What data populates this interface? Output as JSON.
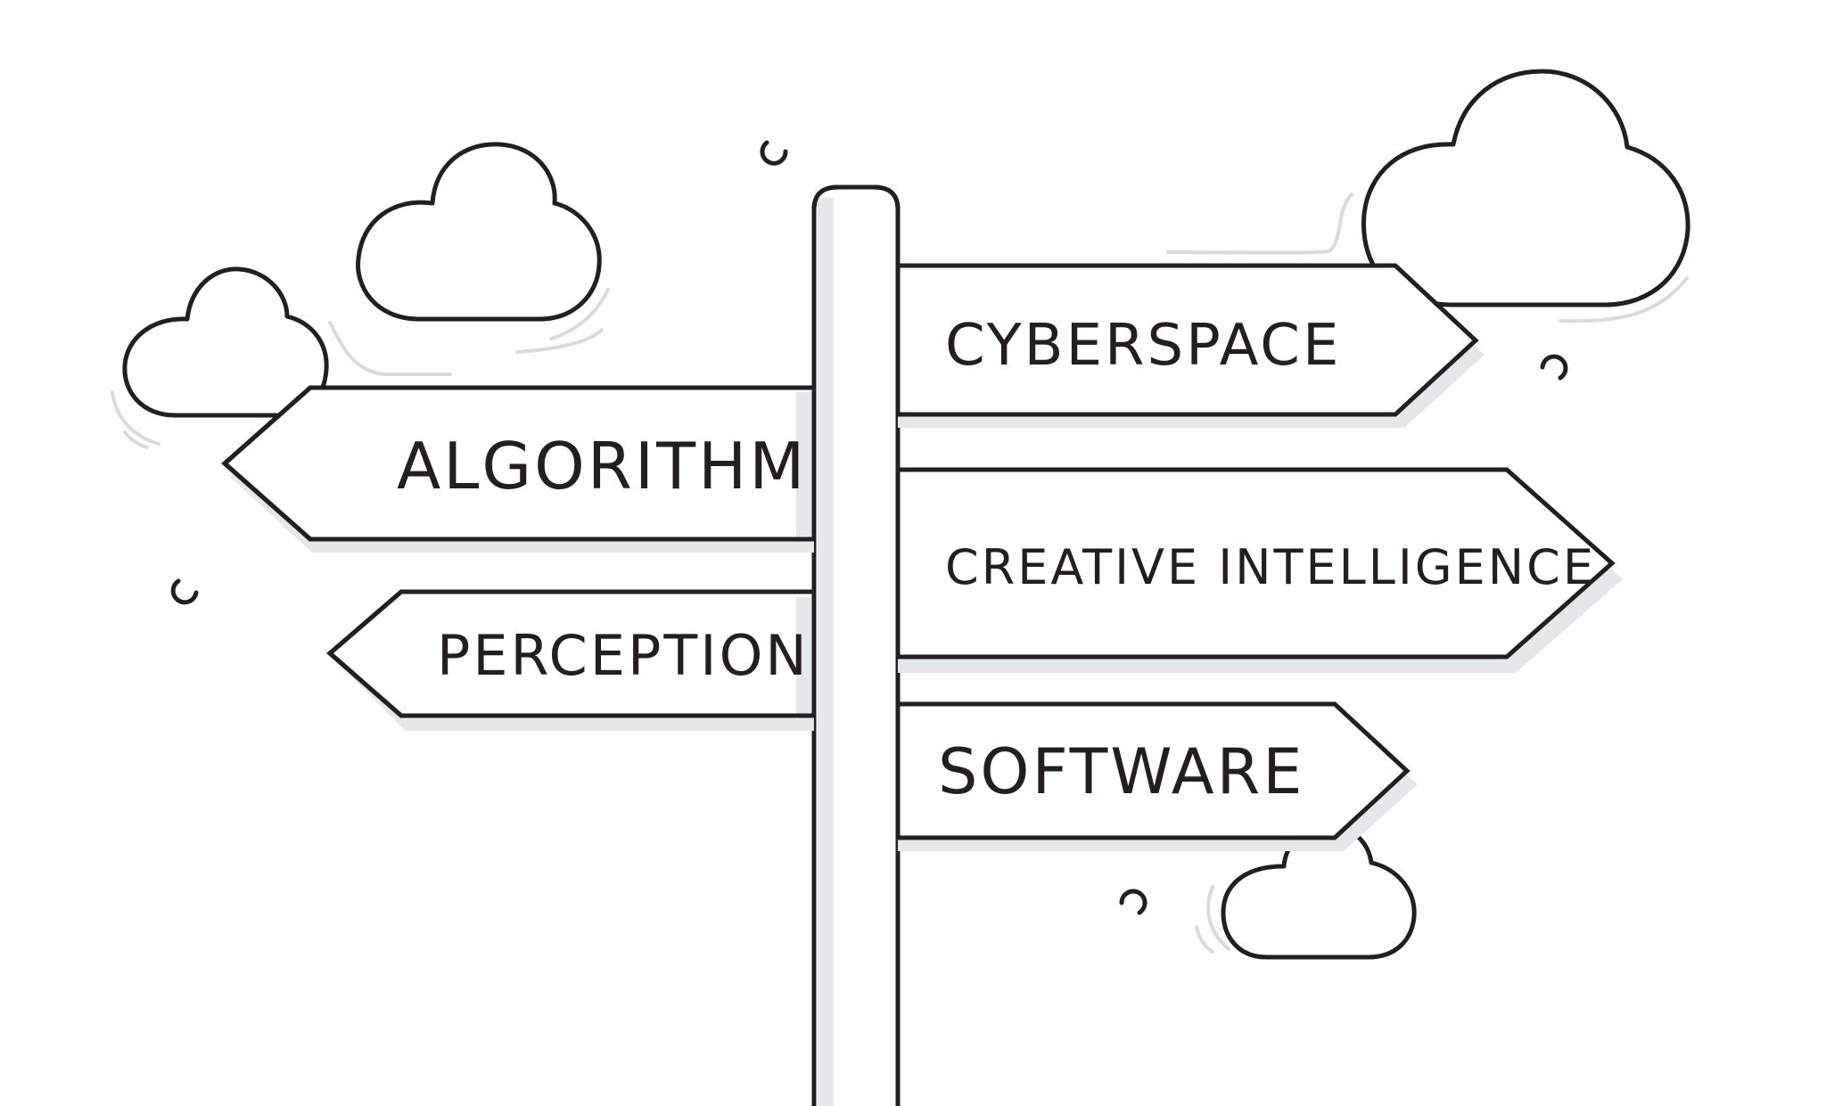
{
  "colors": {
    "stroke": "#231f20",
    "shadow": "#e6e7e8",
    "motion_lines": "#d9dadb",
    "background": "#ffffff"
  },
  "signs": {
    "algorithm": "ALGORITHM",
    "perception": "PERCEPTION",
    "cyberspace": "CYBERSPACE",
    "creative_intelligence": "CREATIVE INTELLIGENCE",
    "software": "SOFTWARE"
  }
}
